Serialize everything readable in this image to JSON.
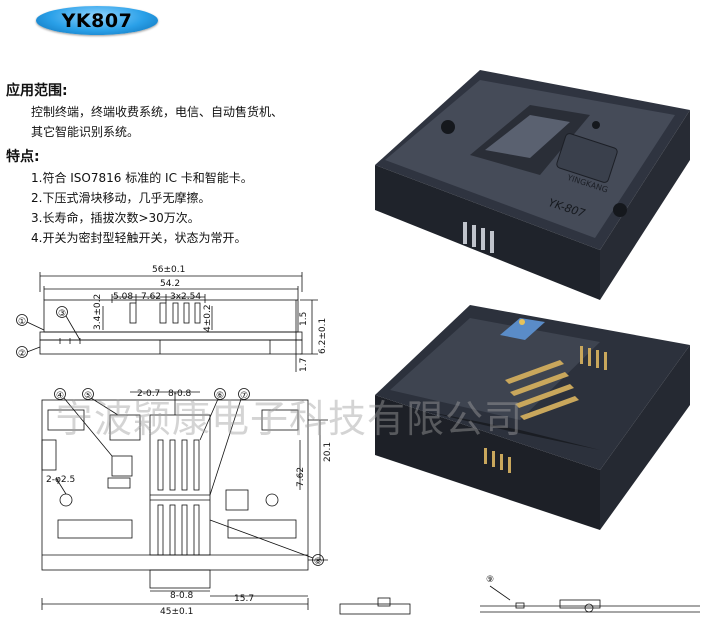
{
  "header": {
    "model": "YK807"
  },
  "application": {
    "title": "应用范围:",
    "lines": [
      "控制终端，终端收费系统，电信、自动售货机、",
      "其它智能识别系统。"
    ]
  },
  "features": {
    "title": "特点:",
    "items": [
      "1.符合 ISO7816 标准的 IC 卡和智能卡。",
      "2.下压式滑块移动，几乎无摩擦。",
      "3.长寿命，插拔次数>30万次。",
      "4.开关为密封型轻触开关，状态为常开。"
    ]
  },
  "side_view": {
    "dims": {
      "overall": "56±0.1",
      "inner": "54.2",
      "d1": "5.08",
      "d2": "7.62",
      "d3": "3x2.54",
      "h1": "3.4±0.2",
      "h2": "4±0.2",
      "h3": "1.5",
      "h4": "1.7",
      "h5": "6.2±0.1"
    },
    "callouts": [
      "①",
      "②",
      "③"
    ]
  },
  "top_view": {
    "dims": {
      "a": "2-0.7",
      "b": "8-0.8",
      "hole": "2-φ2.5",
      "h20": "20.1",
      "h762": "7.62",
      "bottom_b": "8-0.8",
      "w45": "45±0.1",
      "w157": "15.7"
    },
    "callouts": [
      "④",
      "⑤",
      "⑥",
      "⑦",
      "⑧",
      "⑨"
    ]
  },
  "product": {
    "engraving": "YK-807",
    "logo_text": "YINGKANG"
  },
  "watermark": "宁波颖康电子科技有限公司",
  "colors": {
    "badge": "#2aa0e8",
    "body": "#3b4150",
    "contacts": "#c9a75c"
  }
}
